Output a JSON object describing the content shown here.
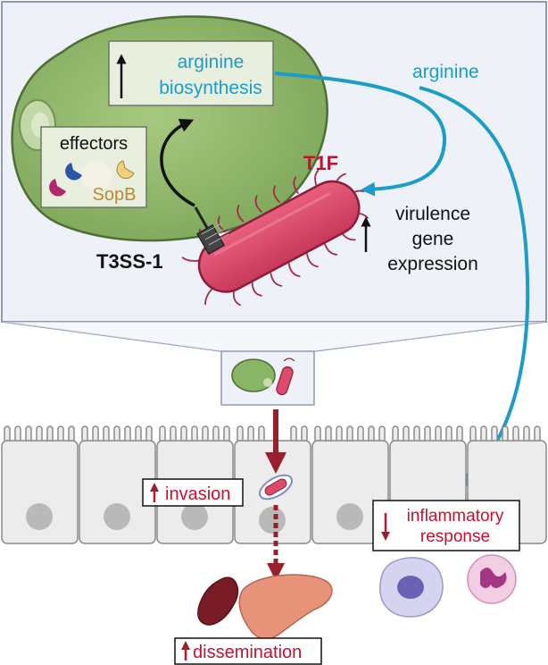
{
  "labels": {
    "arginine_biosynthesis_line1": "arginine",
    "arginine_biosynthesis_line2": "biosynthesis",
    "arginine": "arginine",
    "effectors": "effectors",
    "sopb": "SopB",
    "t1f": "T1F",
    "t3ss1": "T3SS-1",
    "virulence_line1": "virulence",
    "virulence_line2": "gene",
    "virulence_line3": "expression",
    "invasion": "invasion",
    "inflammatory_line1": "inflammatory",
    "inflammatory_line2": "response",
    "dissemination": "dissemination"
  },
  "colors": {
    "accent_blue": "#1b9cc9",
    "accent_red": "#c8102e",
    "dark_red_arrow": "#9a1f2c",
    "cell_green": "#8bb566",
    "bacterium_pink": "#dc4a6c",
    "box_fill": "#eef2f8"
  }
}
